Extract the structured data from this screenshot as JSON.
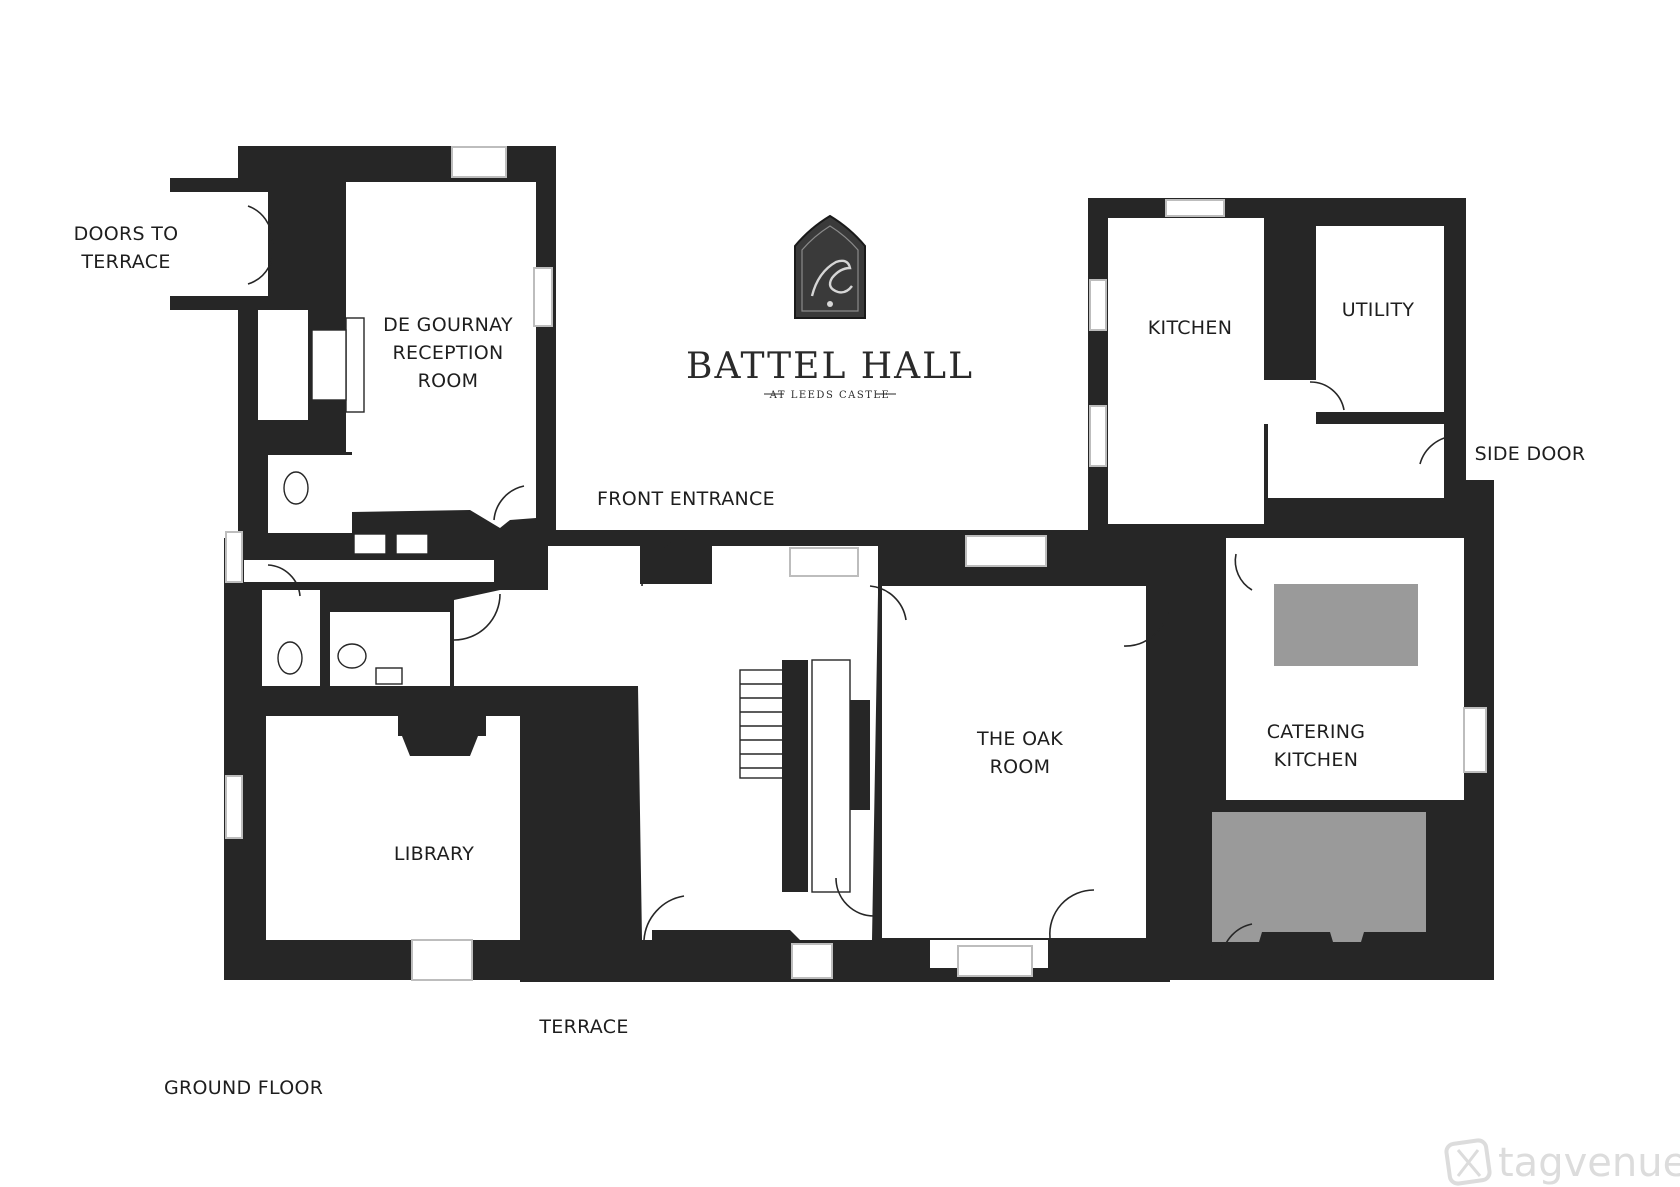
{
  "brand": {
    "name": "BATTEL HALL",
    "subtitle": "AT LEEDS CASTLE"
  },
  "floor_label": "GROUND FLOOR",
  "rooms": [
    {
      "id": "de-gournay",
      "lines": [
        "DE GOURNAY",
        "RECEPTION",
        "ROOM"
      ]
    },
    {
      "id": "library",
      "lines": [
        "LIBRARY"
      ]
    },
    {
      "id": "oak-room",
      "lines": [
        "THE OAK",
        "ROOM"
      ]
    },
    {
      "id": "kitchen",
      "lines": [
        "KITCHEN"
      ]
    },
    {
      "id": "utility",
      "lines": [
        "UTILITY"
      ]
    },
    {
      "id": "catering-kitchen",
      "lines": [
        "CATERING",
        "KITCHEN"
      ]
    }
  ],
  "external_labels": {
    "doors_to_terrace": [
      "DOORS TO",
      "TERRACE"
    ],
    "front_entrance": "FRONT ENTRANCE",
    "side_door": "SIDE DOOR",
    "terrace": "TERRACE"
  },
  "watermark": "tagvenue",
  "icons": {
    "crest": "battel-hall-crest-icon",
    "watermark_logo": "tagvenue-logo-icon"
  }
}
